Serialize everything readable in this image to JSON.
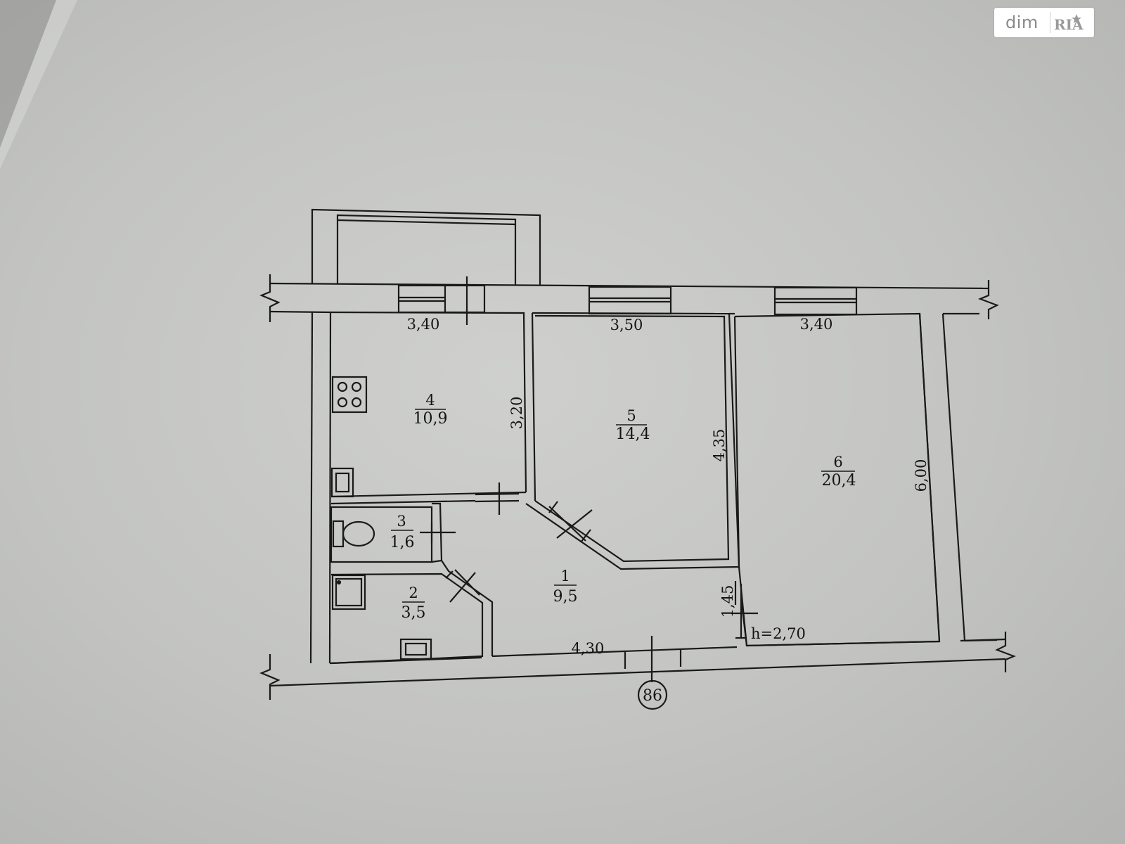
{
  "watermark": {
    "brand_text": "dim",
    "logo_text": "RIA"
  },
  "plan": {
    "rooms": [
      {
        "number": "1",
        "area": "9,5"
      },
      {
        "number": "2",
        "area": "3,5"
      },
      {
        "number": "3",
        "area": "1,6"
      },
      {
        "number": "4",
        "area": "10,9"
      },
      {
        "number": "5",
        "area": "14,4"
      },
      {
        "number": "6",
        "area": "20,4"
      }
    ],
    "dimensions": {
      "kitchen_width": "3,40",
      "room5_width": "3,50",
      "room6_width": "3,40",
      "kitchen_depth": "3,20",
      "room5_depth": "4,35",
      "room6_depth": "6,00",
      "hall_width": "4,30",
      "hall_depth": "1,45"
    },
    "ceiling_height": "h=2,70",
    "axis_label": "86"
  }
}
